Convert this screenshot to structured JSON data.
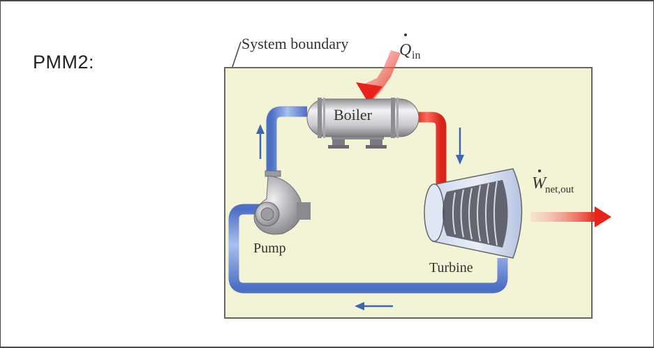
{
  "slide": {
    "title": "PMM2:"
  },
  "diagram": {
    "boundary_label": "System boundary",
    "heat_in": {
      "symbol": "Q",
      "subscript": "in"
    },
    "work_out": {
      "symbol": "W",
      "subscript": "net,out"
    },
    "components": {
      "boiler": "Boiler",
      "pump": "Pump",
      "turbine": "Turbine"
    },
    "colors": {
      "boundary_fill": "#f3f3d6",
      "boundary_stroke": "#666666",
      "cold_pipe": "#6f8fd6",
      "hot_pipe": "#e8332a",
      "flow_arrow": "#3a67b0",
      "heat_arrow": "#e8332a"
    }
  }
}
